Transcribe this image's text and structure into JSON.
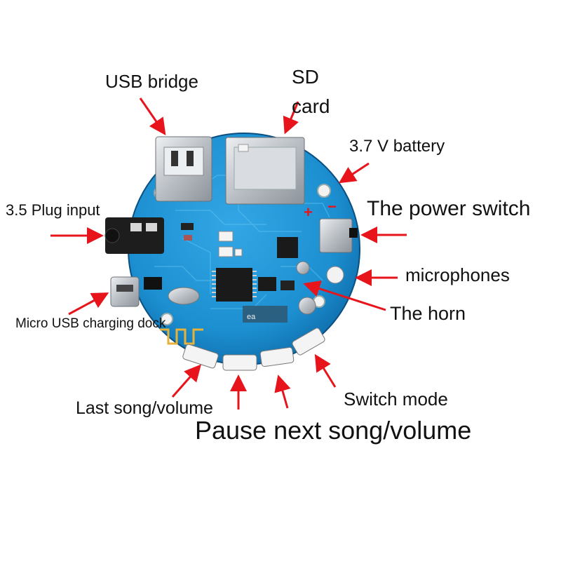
{
  "labels": {
    "usb_bridge": "USB bridge",
    "sd_card_line1": "SD",
    "sd_card_line2": "card",
    "battery": "3.7 V battery",
    "plug_input": "3.5 Plug input",
    "power_switch": "The power switch",
    "microphones": "microphones",
    "horn": "The horn",
    "micro_usb": "Micro USB charging dock",
    "last_song": "Last song/volume",
    "switch_mode": "Switch mode",
    "pause_next": "Pause next song/volume"
  },
  "board": {
    "chip_marking": "ea",
    "battery_polarity_plus": "+",
    "battery_polarity_minus": "−"
  },
  "colors": {
    "board": "#1c8fd0",
    "board_dark": "#0e6aa8",
    "arrow": "#e8141b",
    "metal": "#c9cdd2",
    "chip": "#1a1a1a"
  }
}
